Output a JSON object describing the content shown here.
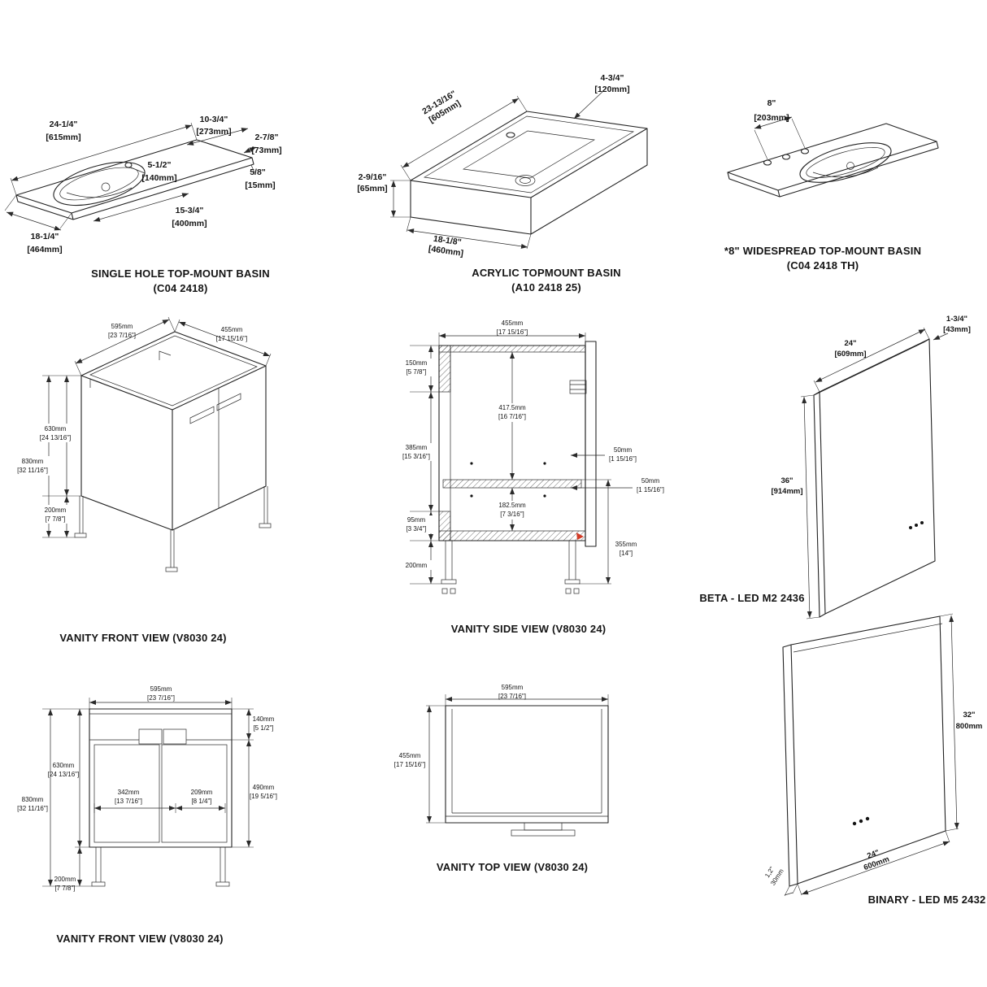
{
  "page": {
    "background": "#ffffff"
  },
  "drawings": {
    "d1": {
      "title": "SINGLE HOLE TOP-MOUNT BASIN",
      "subtitle": "(C04 2418)",
      "dims": {
        "width_in": "24-1/4\"",
        "width_mm": "[615mm]",
        "right_in": "10-3/4\"",
        "right_mm": "[273mm]",
        "corner_in": "2-7/8\"",
        "corner_mm": "[73mm]",
        "faucet_in": "5-1/2\"",
        "faucet_mm": "[140mm]",
        "edge_in": "5/8\"",
        "edge_mm": "[15mm]",
        "bowl_in": "15-3/4\"",
        "bowl_mm": "[400mm]",
        "depth_in": "18-1/4\"",
        "depth_mm": "[464mm]"
      }
    },
    "d2": {
      "title": "ACRYLIC TOPMOUNT BASIN",
      "subtitle": "(A10 2418 25)",
      "dims": {
        "width_in": "23-13/16\"",
        "width_mm": "[605mm]",
        "back_in": "4-3/4\"",
        "back_mm": "[120mm]",
        "height_in": "2-9/16\"",
        "height_mm": "[65mm]",
        "depth_in": "18-1/8\"",
        "depth_mm": "[460mm]"
      }
    },
    "d3": {
      "title": "*8\" WIDESPREAD TOP-MOUNT BASIN",
      "subtitle": "(C04 2418 TH)",
      "dims": {
        "spread_in": "8\"",
        "spread_mm": "[203mm]"
      }
    },
    "d4": {
      "title": "VANITY FRONT VIEW (V8030 24)",
      "dims": {
        "width_mm": "595mm",
        "width_in": "[23 7/16\"]",
        "depth_mm": "455mm",
        "depth_in": "[17 15/16\"]",
        "cab_h_mm": "630mm",
        "cab_h_in": "[24 13/16\"]",
        "total_h_mm": "830mm",
        "total_h_in": "[32 11/16\"]",
        "leg_mm": "200mm",
        "leg_in": "[7 7/8\"]"
      }
    },
    "d5": {
      "title": "VANITY SIDE VIEW (V8030 24)",
      "dims": {
        "depth_mm": "455mm",
        "depth_in": "[17 15/16\"]",
        "top_mm": "150mm",
        "top_in": "[5 7/8\"]",
        "upper_mm": "417.5mm",
        "upper_in": "[16 7/16\"]",
        "mid_mm": "385mm",
        "mid_in": "[15 3/16\"]",
        "shelf1_mm": "50mm",
        "shelf1_in": "[1 15/16\"]",
        "shelf2_mm": "50mm",
        "shelf2_in": "[1 15/16\"]",
        "lower_mm": "182.5mm",
        "lower_in": "[7 3/16\"]",
        "base_mm": "95mm",
        "base_in": "[3 3/4\"]",
        "right_mm": "355mm",
        "right_in": "[14\"]",
        "leg_mm": "200mm"
      }
    },
    "d6": {
      "title": "BETA - LED M2 2436",
      "dims": {
        "thick_in": "1-3/4\"",
        "thick_mm": "[43mm]",
        "width_in": "24\"",
        "width_mm": "[609mm]",
        "height_in": "36\"",
        "height_mm": "[914mm]"
      }
    },
    "d7": {
      "title": "VANITY FRONT VIEW (V8030 24)",
      "dims": {
        "width_mm": "595mm",
        "width_in": "[23 7/16\"]",
        "apron_mm": "140mm",
        "apron_in": "[5 1/2\"]",
        "cab_h_mm": "630mm",
        "cab_h_in": "[24 13/16\"]",
        "total_h_mm": "830mm",
        "total_h_in": "[32 11/16\"]",
        "door1_mm": "342mm",
        "door1_in": "[13 7/16\"]",
        "door2_mm": "209mm",
        "door2_in": "[8 1/4\"]",
        "door_h_mm": "490mm",
        "door_h_in": "[19 5/16\"]",
        "leg_mm": "200mm",
        "leg_in": "[7 7/8\"]"
      }
    },
    "d8": {
      "title": "VANITY TOP VIEW (V8030 24)",
      "dims": {
        "width_mm": "595mm",
        "width_in": "[23 7/16\"]",
        "depth_mm": "455mm",
        "depth_in": "[17 15/16\"]"
      }
    },
    "d9": {
      "title": "BINARY - LED M5 2432",
      "dims": {
        "height_in": "32\"",
        "height_mm": "800mm",
        "width_in": "24\"",
        "width_mm": "600mm",
        "thick_in": "1,2\"",
        "thick_mm": "30mm"
      }
    }
  }
}
